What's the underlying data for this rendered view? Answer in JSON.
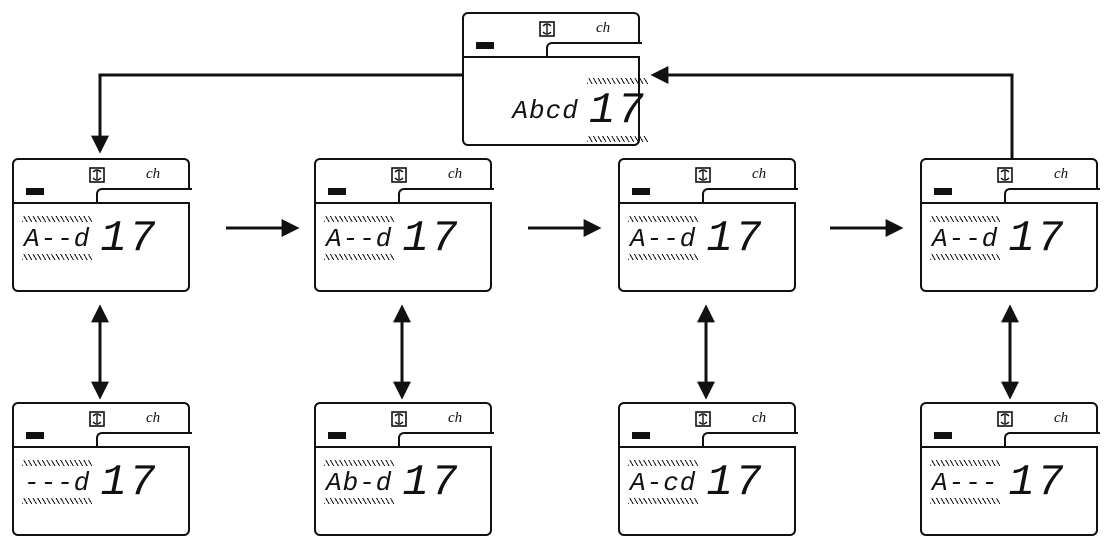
{
  "top": {
    "code": "Abcd",
    "num": "17",
    "ch": "ch"
  },
  "row1": [
    {
      "code": "A--d",
      "num": "17",
      "ch": "ch"
    },
    {
      "code": "A--d",
      "num": "17",
      "ch": "ch"
    },
    {
      "code": "A--d",
      "num": "17",
      "ch": "ch"
    },
    {
      "code": "A--d",
      "num": "17",
      "ch": "ch"
    }
  ],
  "row2": [
    {
      "code": "---d",
      "num": "17",
      "ch": "ch"
    },
    {
      "code": "Ab-d",
      "num": "17",
      "ch": "ch"
    },
    {
      "code": "A-cd",
      "num": "17",
      "ch": "ch"
    },
    {
      "code": "A---",
      "num": "17",
      "ch": "ch"
    }
  ]
}
